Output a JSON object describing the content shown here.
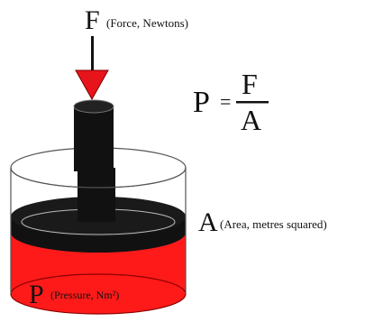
{
  "force": {
    "symbol": "F",
    "description": "(Force, Newtons)"
  },
  "area": {
    "symbol": "A",
    "description": "(Area, metres squared)"
  },
  "pressure": {
    "symbol": "P",
    "description": "(Pressure, Nm²)"
  },
  "formula": {
    "lhs": "P",
    "equals": "=",
    "numerator": "F",
    "denominator": "A"
  },
  "colors": {
    "fluid": "#ff1a1a",
    "piston": "#111111",
    "arrow": "#e8141b",
    "cylinder_outline": "#555555"
  }
}
